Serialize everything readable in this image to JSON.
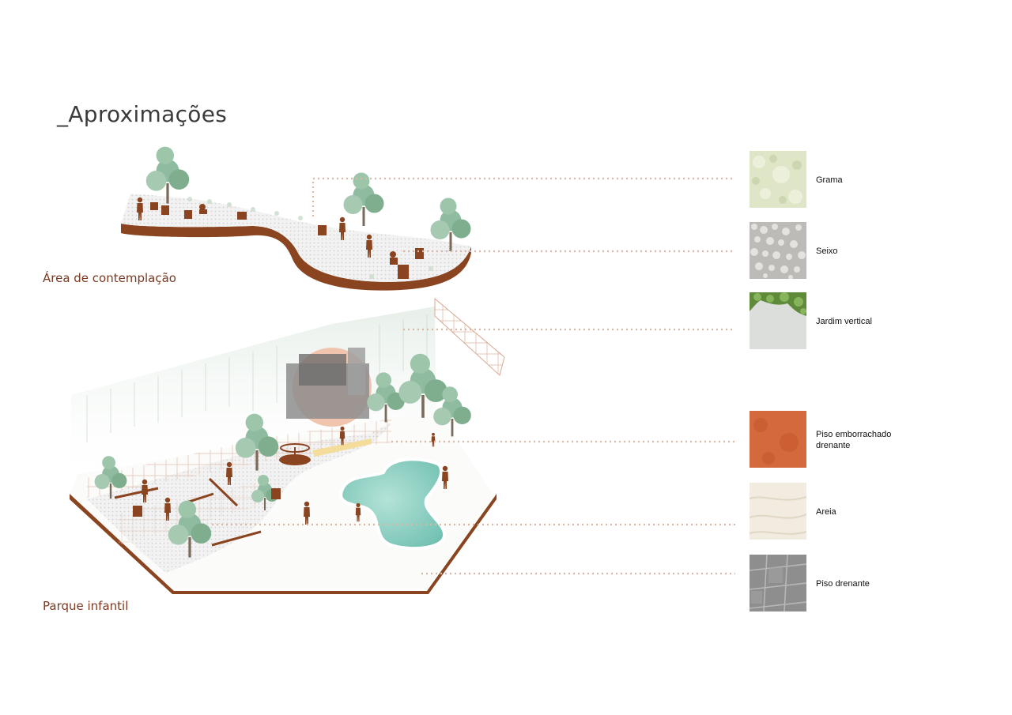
{
  "title": "_Aproximações",
  "areas": {
    "contemplacao": "Área de contemplação",
    "parque": "Parque infantil"
  },
  "materials": [
    {
      "label": "Grama",
      "icon": "grass-texture",
      "color": "#dfe6c8"
    },
    {
      "label": "Seixo",
      "icon": "pebble-texture",
      "color": "#c9c7c3"
    },
    {
      "label": "Jardim vertical",
      "icon": "vertical-garden-texture",
      "color": "#dcdedb"
    },
    {
      "label": "Piso emborrachado drenante",
      "icon": "rubber-floor-texture",
      "color": "#d46a3c"
    },
    {
      "label": "Areia",
      "icon": "sand-texture",
      "color": "#f1ebe0"
    },
    {
      "label": "Piso drenante",
      "icon": "draining-floor-texture",
      "color": "#8a8a8a"
    }
  ],
  "colors": {
    "accent": "#8a4520",
    "leader": "#d9b7a4",
    "pool": "#8ecfc1",
    "tree": "#7fae8f"
  }
}
